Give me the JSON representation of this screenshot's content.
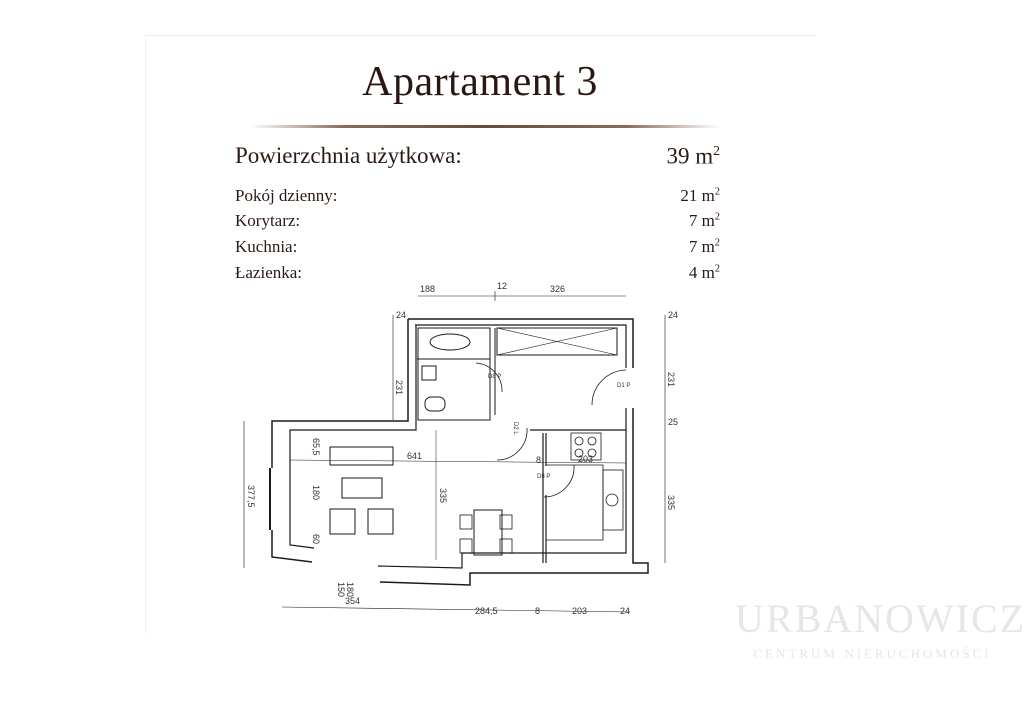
{
  "title": "Apartament 3",
  "summary": {
    "label": "Powierzchnia użytkowa:",
    "value": "39 m",
    "unit_sup": "2"
  },
  "rooms": [
    {
      "label": "Pokój dzienny:",
      "value": "21 m",
      "unit_sup": "2"
    },
    {
      "label": "Korytarz:",
      "value": "7 m",
      "unit_sup": "2"
    },
    {
      "label": "Kuchnia:",
      "value": "7 m",
      "unit_sup": "2"
    },
    {
      "label": "Łazienka:",
      "value": "4 m",
      "unit_sup": "2"
    }
  ],
  "plan": {
    "dims_top": [
      "188",
      "12",
      "326"
    ],
    "dims_left": [
      "24",
      "231",
      "377,5"
    ],
    "dims_right": [
      "24",
      "231",
      "25",
      "335"
    ],
    "dims_bottom": [
      "354",
      "284,5",
      "8",
      "203",
      "24"
    ],
    "dims_inner": [
      "641",
      "65,5",
      "180",
      "60",
      "335",
      "203",
      "8",
      "180",
      "150"
    ],
    "door_labels": [
      "D8 P",
      "D1 P",
      "D2 L",
      "D8 P"
    ],
    "line_color": "#1a1a1a"
  },
  "logo": {
    "name": "URBANOWICZ",
    "subtitle": "CENTRUM NIERUCHOMOŚCI",
    "color": "#e6e6e6"
  }
}
